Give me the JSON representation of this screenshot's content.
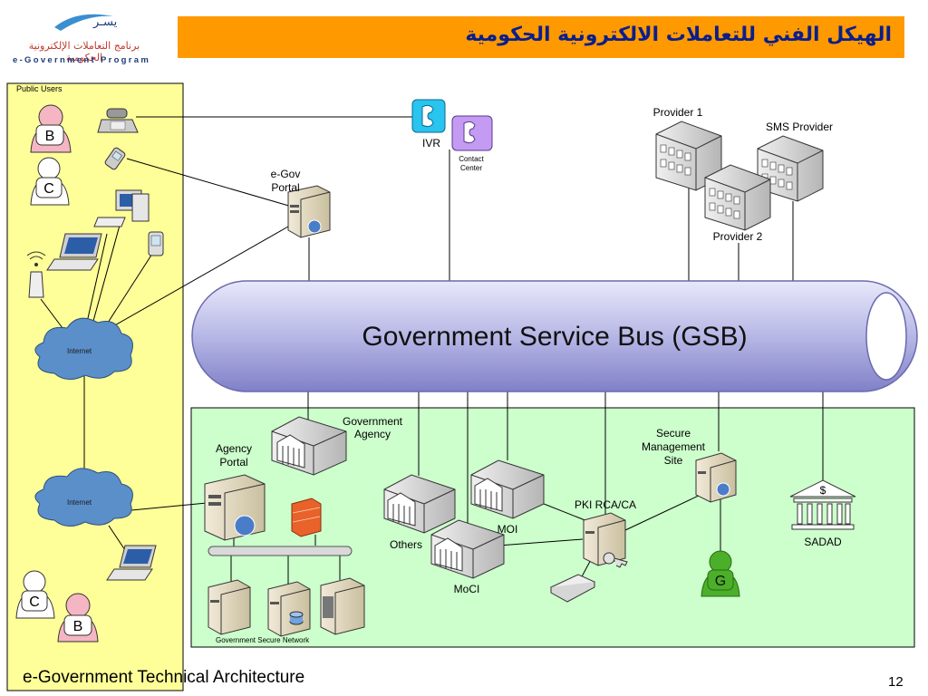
{
  "header": {
    "logo_script": "يسـر",
    "logo_arabic": "برنامج التعاملات الإلكترونية الحكومية",
    "logo_english": "e-Government Program",
    "title_arabic": "الهيكل الفني للتعاملات الالكترونية الحكومية"
  },
  "diagram": {
    "public_users_label": "Public Users",
    "user_b_letter": "B",
    "user_c_letter": "C",
    "internet_label": "Internet",
    "ivr_label": "IVR",
    "contact_center_line1": "Contact",
    "contact_center_line2": "Center",
    "egov_portal_line1": "e-Gov",
    "egov_portal_line2": "Portal",
    "provider1_label": "Provider 1",
    "sms_provider_label": "SMS Provider",
    "provider2_label": "Provider 2",
    "gsb_label": "Government Service Bus (GSB)",
    "gov_agency_line1": "Government",
    "gov_agency_line2": "Agency",
    "agency_portal_line1": "Agency",
    "agency_portal_line2": "Portal",
    "secure_mgmt_line1": "Secure",
    "secure_mgmt_line2": "Management",
    "secure_mgmt_line3": "Site",
    "pki_label": "PKI RCA/CA",
    "moi_label": "MOI",
    "others_label": "Others",
    "moci_label": "MoCI",
    "sadad_label": "SADAD",
    "sadad_symbol": "$",
    "g_letter": "G",
    "gov_secure_network_label": "Government Secure Network"
  },
  "footer": {
    "title": "e-Government Technical Architecture",
    "page_number": "12"
  },
  "colors": {
    "title_bar": "#ff9900",
    "title_text": "#0b1f8a",
    "public_users_bg": "#ffff99",
    "gov_network_bg": "#ccffcc",
    "gsb_fill": "#b7b7e6",
    "cloud": "#5b8fc9",
    "user_pink": "#f4b6c2",
    "user_green": "#4caf2a"
  }
}
